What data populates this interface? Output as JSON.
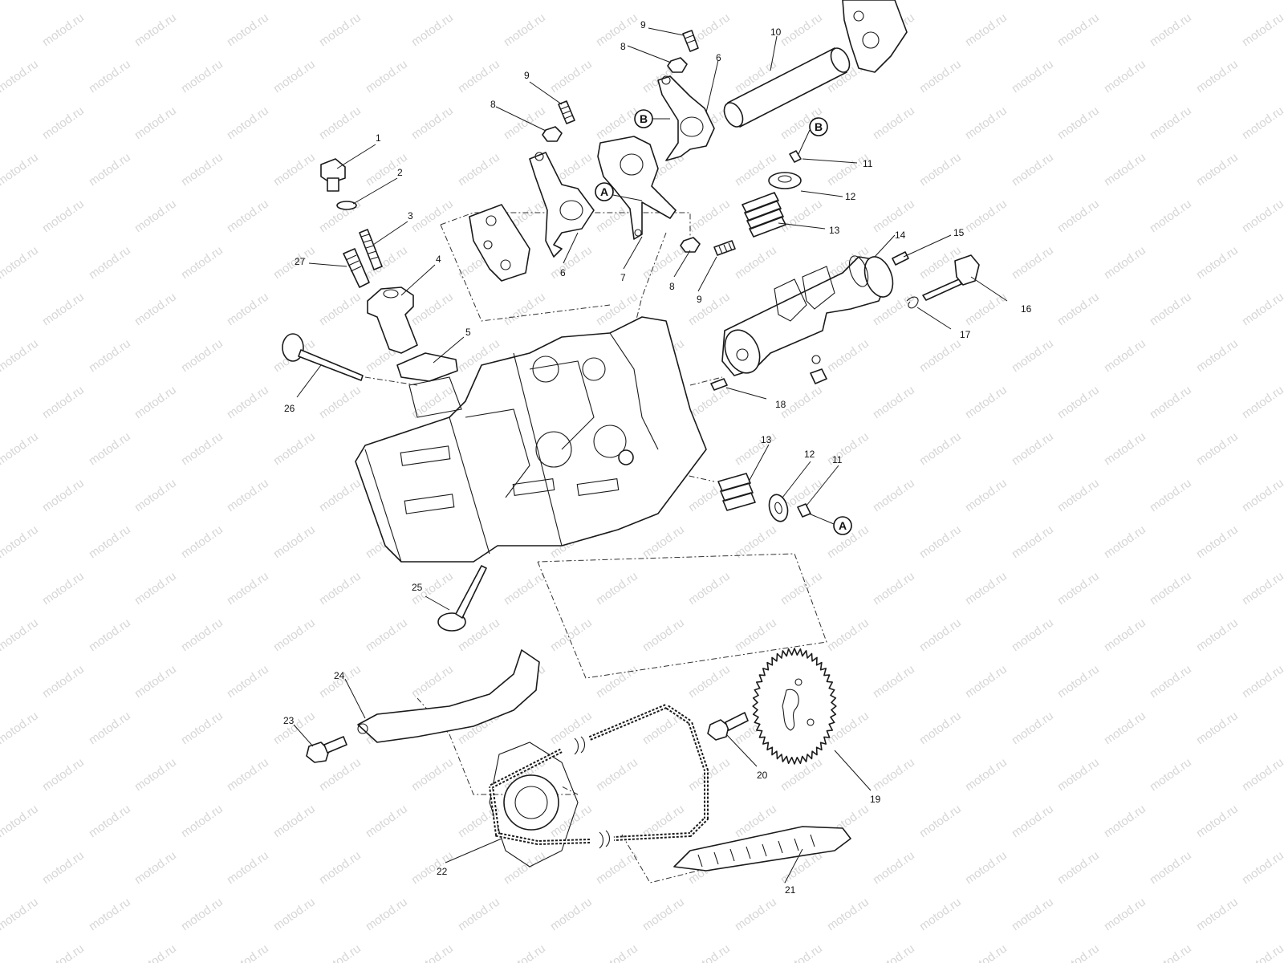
{
  "watermark": "motod.ru",
  "callouts": [
    {
      "id": "c1",
      "text": "1"
    },
    {
      "id": "c2",
      "text": "2"
    },
    {
      "id": "c3",
      "text": "3"
    },
    {
      "id": "c27",
      "text": "27"
    },
    {
      "id": "c4",
      "text": "4"
    },
    {
      "id": "c5",
      "text": "5"
    },
    {
      "id": "c26",
      "text": "26"
    },
    {
      "id": "c9a",
      "text": "9"
    },
    {
      "id": "c8a",
      "text": "8"
    },
    {
      "id": "c9b",
      "text": "9"
    },
    {
      "id": "c8b",
      "text": "8"
    },
    {
      "id": "c6a",
      "text": "6"
    },
    {
      "id": "c10",
      "text": "10"
    },
    {
      "id": "c6b",
      "text": "6"
    },
    {
      "id": "c7",
      "text": "7"
    },
    {
      "id": "c8c",
      "text": "8"
    },
    {
      "id": "c9c",
      "text": "9"
    },
    {
      "id": "c11a",
      "text": "11"
    },
    {
      "id": "c12a",
      "text": "12"
    },
    {
      "id": "c13a",
      "text": "13"
    },
    {
      "id": "c14",
      "text": "14"
    },
    {
      "id": "c15",
      "text": "15"
    },
    {
      "id": "c16",
      "text": "16"
    },
    {
      "id": "c17",
      "text": "17"
    },
    {
      "id": "c18",
      "text": "18"
    },
    {
      "id": "c13b",
      "text": "13"
    },
    {
      "id": "c12b",
      "text": "12"
    },
    {
      "id": "c11b",
      "text": "11"
    },
    {
      "id": "c25",
      "text": "25"
    },
    {
      "id": "c24",
      "text": "24"
    },
    {
      "id": "c23",
      "text": "23"
    },
    {
      "id": "c20",
      "text": "20"
    },
    {
      "id": "c19",
      "text": "19"
    },
    {
      "id": "c22",
      "text": "22"
    },
    {
      "id": "c21",
      "text": "21"
    }
  ],
  "references": [
    {
      "id": "refA1",
      "text": "A"
    },
    {
      "id": "refB1",
      "text": "B"
    },
    {
      "id": "refB2",
      "text": "B"
    },
    {
      "id": "refA2",
      "text": "A"
    }
  ]
}
